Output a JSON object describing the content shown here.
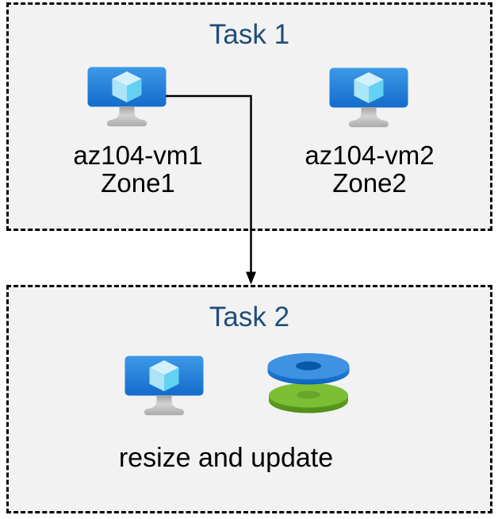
{
  "diagram": {
    "task1": {
      "title": "Task 1",
      "vms": [
        {
          "name": "az104-vm1",
          "zone": "Zone1"
        },
        {
          "name": "az104-vm2",
          "zone": "Zone2"
        }
      ]
    },
    "task2": {
      "title": "Task 2",
      "caption": "resize and update"
    },
    "icons": {
      "vm": "azure-virtual-machine-icon",
      "disks": "azure-disks-icon"
    },
    "colors": {
      "box_background": "#f2f2f2",
      "box_border": "#000000",
      "title_text": "#1f4e79",
      "label_text": "#000000",
      "connector": "#000000",
      "vm_screen_top": "#3d99e8",
      "vm_screen_bottom": "#146bcb",
      "cube_top": "#d2f1fc",
      "cube_left": "#ace4f8",
      "cube_right": "#63d2f2",
      "stand_gray": "#c0c0c0",
      "disk_blue_top": "#3e92e1",
      "disk_blue_side": "#1272d4",
      "disk_blue_hole": "#0a59a6",
      "disk_green_top": "#7cbf35",
      "disk_green_side": "#5f9e20",
      "disk_green_hole": "#68a72a"
    }
  }
}
